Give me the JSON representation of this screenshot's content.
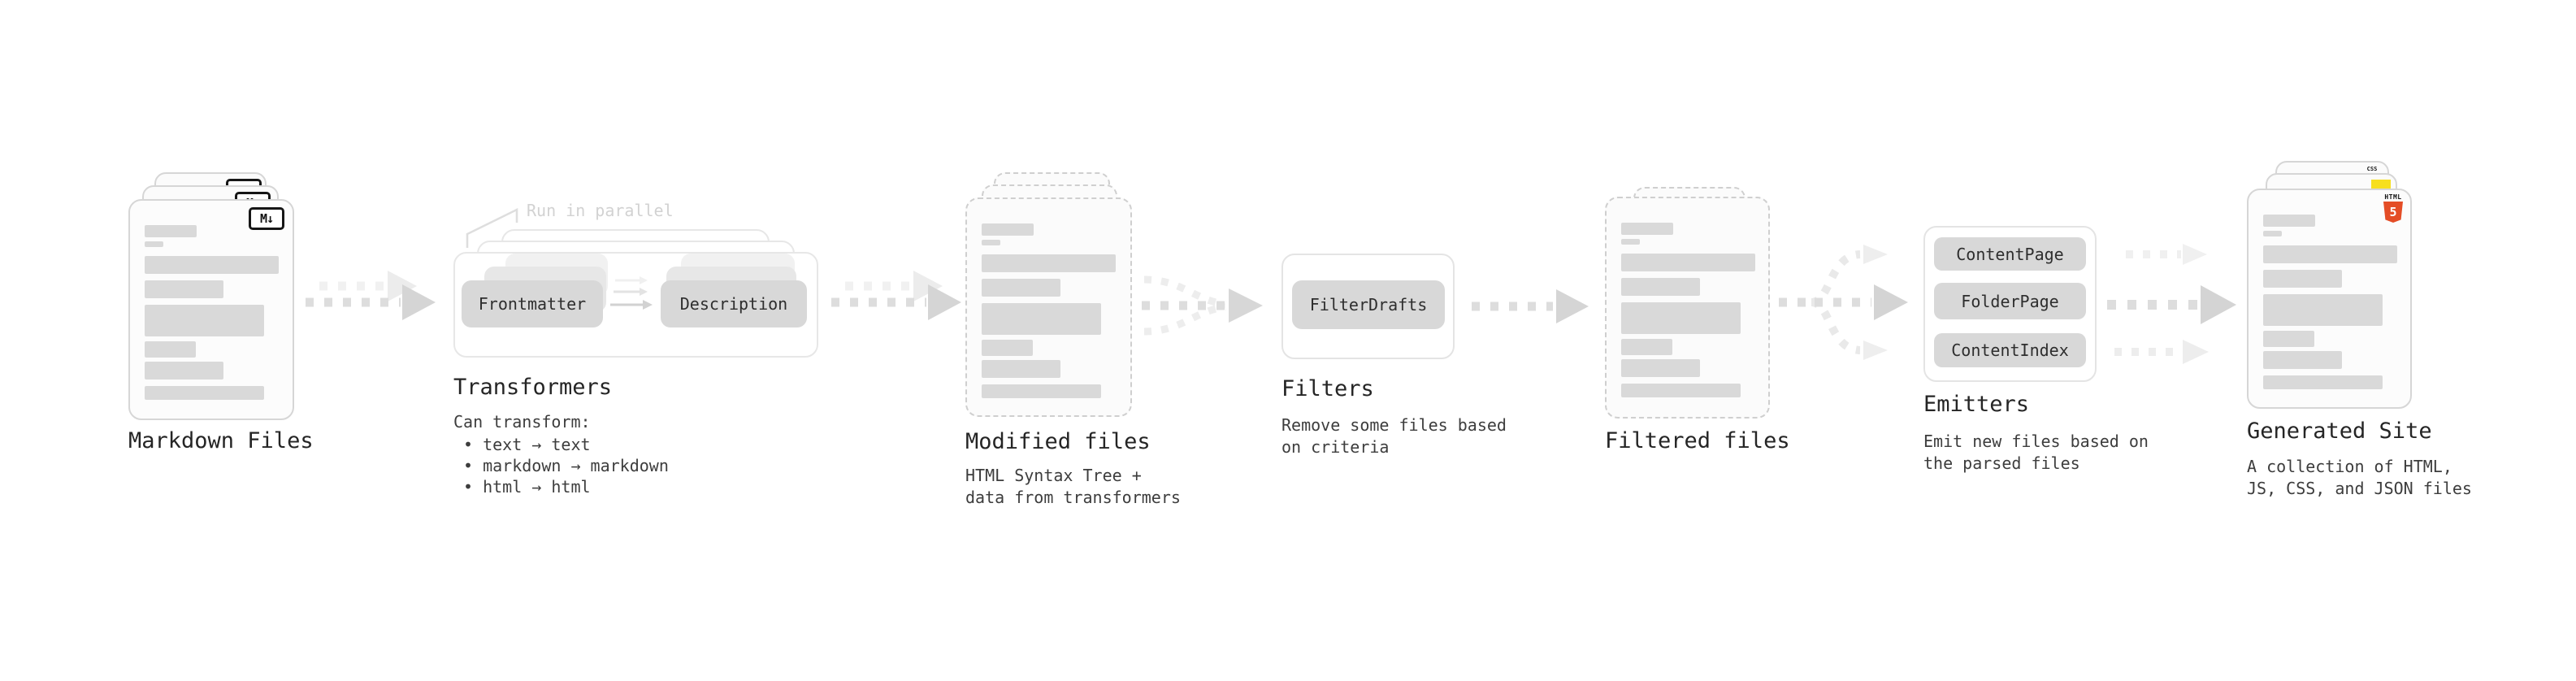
{
  "stages": {
    "markdown": {
      "label": "Markdown Files"
    },
    "transformers": {
      "label": "Transformers",
      "note": "Run in parallel",
      "pill_frontmatter": "Frontmatter",
      "pill_description": "Description",
      "desc_title": "Can transform:",
      "bullets": [
        "• text → text",
        "• markdown → markdown",
        "• html → html"
      ]
    },
    "modified": {
      "label": "Modified files",
      "desc_line1": "HTML Syntax Tree +",
      "desc_line2": "data from transformers"
    },
    "filters": {
      "label": "Filters",
      "pill_filterdrafts": "FilterDrafts",
      "desc_line1": "Remove some files based",
      "desc_line2": "on criteria"
    },
    "filtered": {
      "label": "Filtered files"
    },
    "emitters": {
      "label": "Emitters",
      "pill_contentpage": "ContentPage",
      "pill_folderpage": "FolderPage",
      "pill_contentindex": "ContentIndex",
      "desc_line1": "Emit new files based on",
      "desc_line2": "the parsed files"
    },
    "generated": {
      "label": "Generated Site",
      "desc_line1": "A collection of HTML,",
      "desc_line2": "JS, CSS, and JSON files"
    }
  },
  "icons": {
    "markdown_glyph": "M↓",
    "html5_text": "HTML",
    "html5_number": "5",
    "css_text": "CSS"
  },
  "colors": {
    "html5_orange": "#e44d26",
    "js_yellow": "#f7df1e",
    "css_blue": "#2965f1",
    "pill_gray": "#d8d8d8",
    "bar_gray": "#d9d9d9",
    "arrow_dark": "#d5d5d5",
    "arrow_light": "#ececec",
    "note_gray": "#d2d2d2"
  }
}
